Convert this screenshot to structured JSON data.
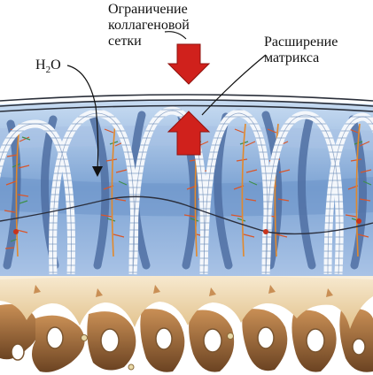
{
  "labels": {
    "collagen_network_line1": "Ограничение",
    "collagen_network_line2": "коллагеновой",
    "collagen_network_line3": "сетки",
    "matrix_expansion_line1": "Расширение",
    "matrix_expansion_line2": "матрикса",
    "water_main": "H",
    "water_sub": "2",
    "water_end": "O"
  },
  "colors": {
    "matrix_blue": "#7fa7d6",
    "collagen_white": "#e8eef7",
    "arrow_red": "#d0211c",
    "bone_brown": "#9a6a3a",
    "cartilage_cream": "#f0dcb8"
  }
}
